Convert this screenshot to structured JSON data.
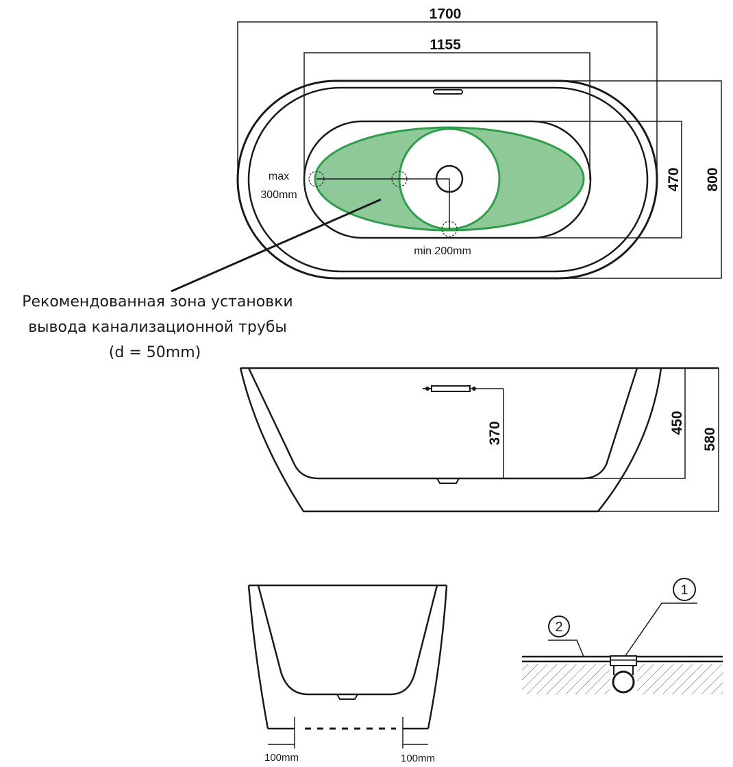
{
  "top_view": {
    "dim_length": "1700",
    "dim_inner_length": "1155",
    "dim_width": "800",
    "dim_inner_width": "470",
    "max_label_1": "max",
    "max_label_2": "300mm",
    "min_label": "min 200mm"
  },
  "note": {
    "line1": "Рекомендованная зона установки",
    "line2": "вывода канализационной трубы",
    "line3": "(d = 50mm)"
  },
  "side_view": {
    "dim_overflow_height": "370",
    "dim_inner_height": "450",
    "dim_total_height": "580"
  },
  "end_view": {
    "left_label": "100mm",
    "right_label": "100mm"
  },
  "detail": {
    "callout_1": "1",
    "callout_2": "2"
  },
  "colors": {
    "zone_fill": "#8fc99a",
    "zone_stroke": "#2f9e4a",
    "line": "#1a1a1a"
  }
}
